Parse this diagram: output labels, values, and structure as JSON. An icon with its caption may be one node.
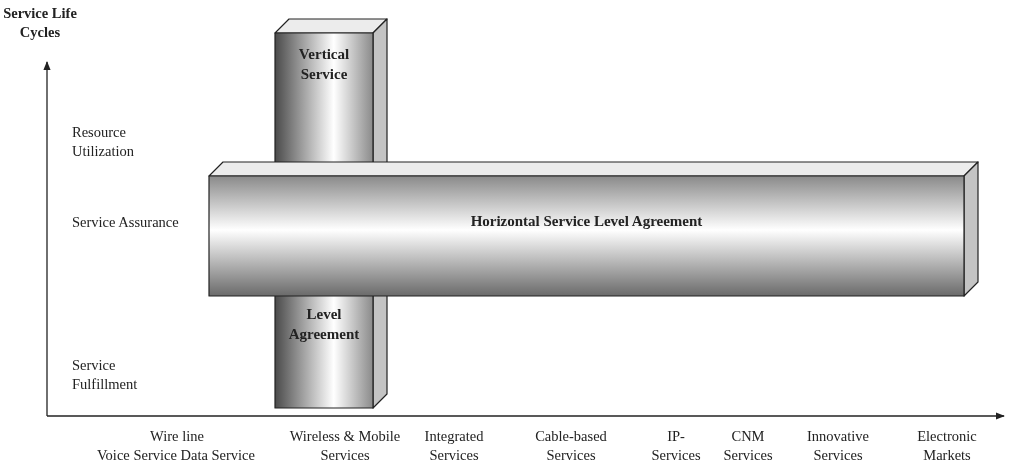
{
  "diagram": {
    "nodes": [
      {
        "text": [
          "Vertical Service",
          "Level Agreement"
        ]
      },
      {
        "text": [
          "Horizontal Service Level Agreement"
        ]
      }
    ],
    "labels": [
      "Service Life Cycles",
      "Resource Utilization",
      "Service Assurance",
      "Service Fulfillment",
      "Wire line",
      "Voice Service Data Service",
      "Wireless & Mobile Services",
      "Integrated Services",
      "Cable-based Services",
      "IP- Services",
      "CNM Services",
      "Innovative Services",
      "Electronic Markets"
    ]
  }
}
